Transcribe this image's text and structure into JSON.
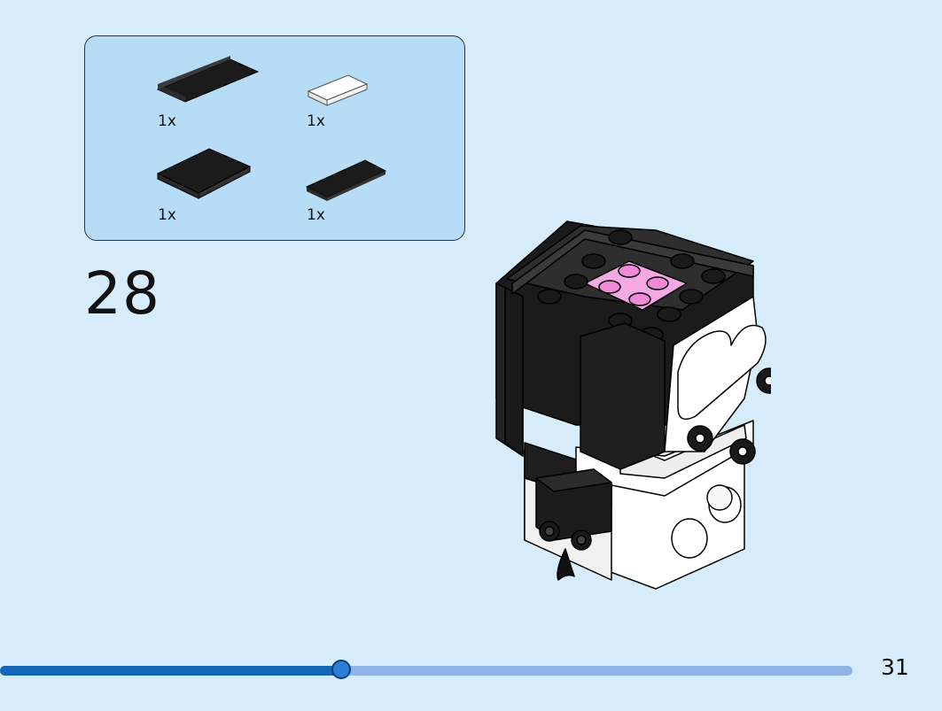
{
  "parts_list": {
    "items": [
      {
        "part": "black-tile-long",
        "color": "#1b1b1b",
        "quantity": "1x"
      },
      {
        "part": "white-tile-small",
        "color": "#ffffff",
        "quantity": "1x"
      },
      {
        "part": "black-tile-wide",
        "color": "#1b1b1b",
        "quantity": "1x"
      },
      {
        "part": "black-tile-medium",
        "color": "#1b1b1b",
        "quantity": "1x"
      }
    ]
  },
  "step": {
    "number": "28"
  },
  "progress": {
    "fraction": 0.4
  },
  "page": {
    "number": "31"
  },
  "colors": {
    "background": "#d6ecfb",
    "parts_box": "#b7dcf6",
    "progress_fill": "#1666b8",
    "progress_track": "#8fb3e3",
    "accent_pink": "#f4a9e4"
  }
}
